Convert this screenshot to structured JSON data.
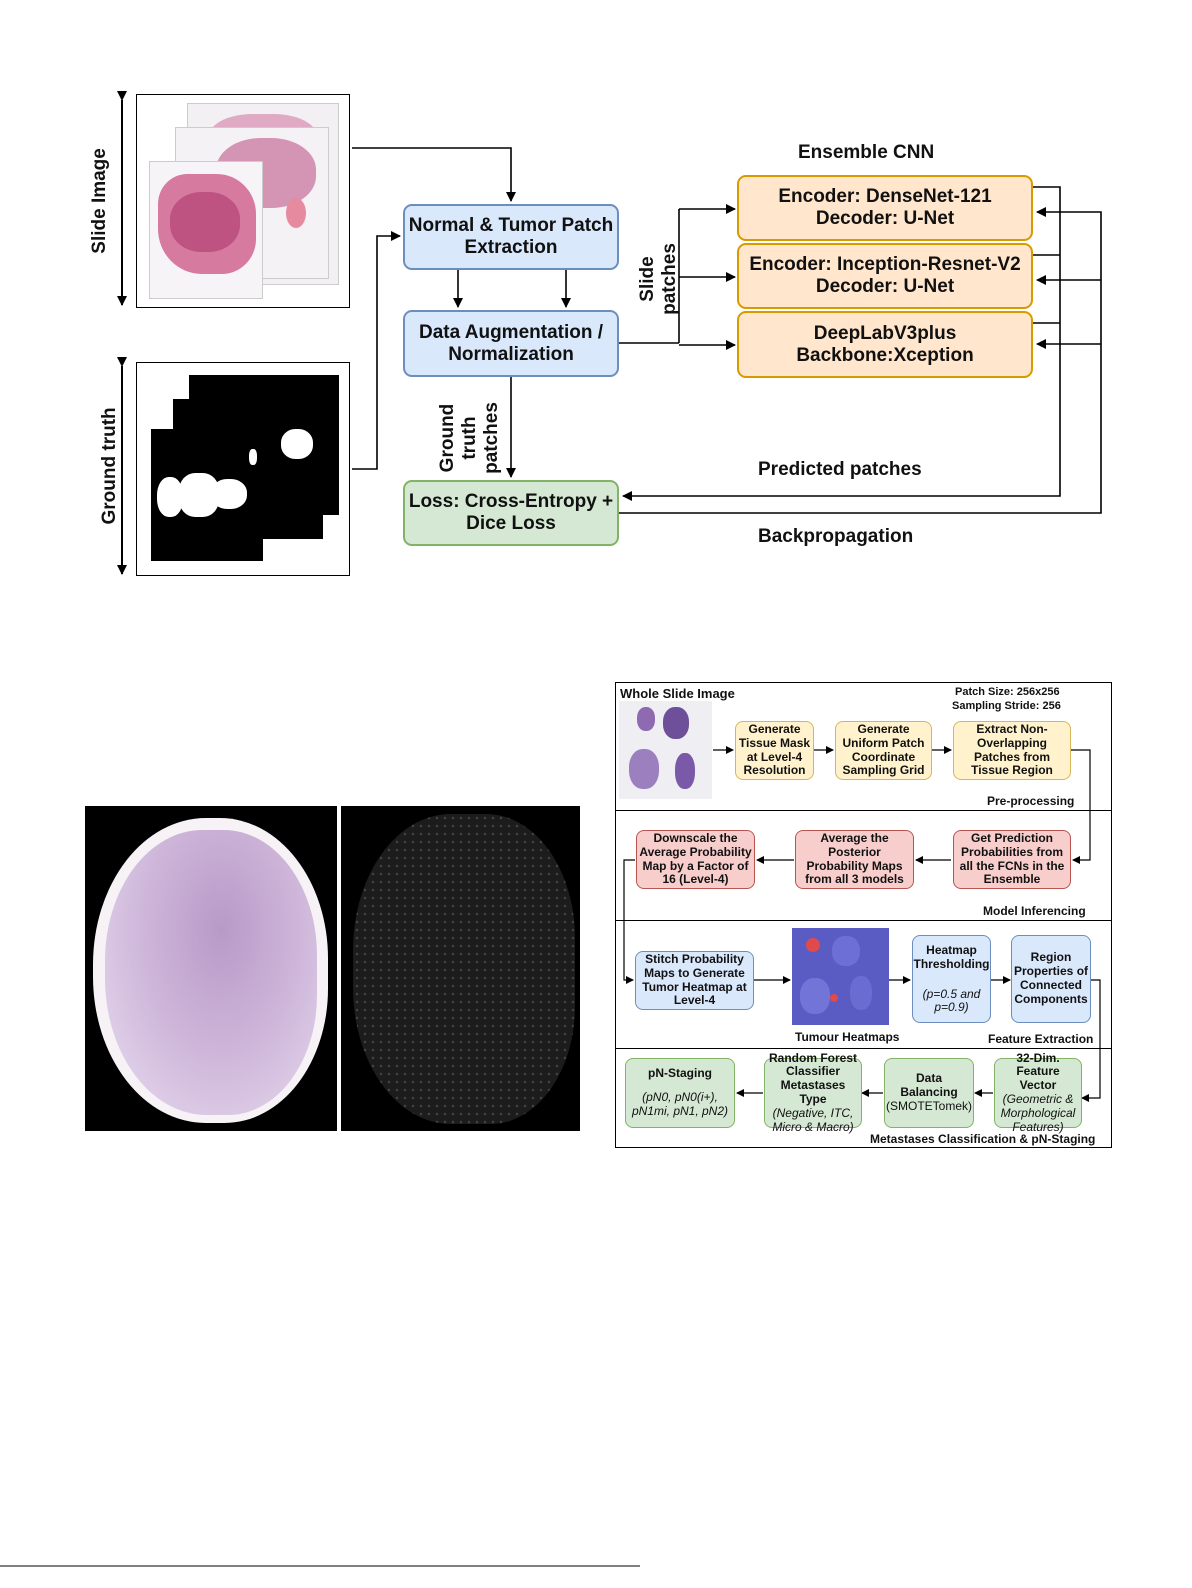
{
  "top": {
    "slide_image_label": "Slide Image",
    "ground_truth_label": "Ground truth",
    "ensemble_title": "Ensemble CNN",
    "patch_extraction": [
      "Normal & Tumor Patch",
      "Extraction"
    ],
    "augmentation": [
      "Data Augmentation /",
      "Normalization"
    ],
    "loss": [
      "Loss: Cross-Entropy +",
      "Dice Loss"
    ],
    "model1": [
      "Encoder: DenseNet-121",
      "Decoder: U-Net"
    ],
    "model2": [
      "Encoder: Inception-Resnet-V2",
      "Decoder: U-Net"
    ],
    "model3": [
      "DeepLabV3plus",
      "Backbone:Xception"
    ],
    "slide_patches": [
      "Slide",
      "patches"
    ],
    "ground_truth_patches": [
      "Ground",
      "truth",
      "patches"
    ],
    "predicted_patches": "Predicted patches",
    "backpropagation": "Backpropagation"
  },
  "pipeline": {
    "wsi_title": "Whole Slide Image",
    "patch_size": "Patch Size: 256x256",
    "sampling_stride": "Sampling Stride: 256",
    "preprocessing": {
      "title": "Pre-processing",
      "steps": [
        "Generate Tissue Mask at Level-4 Resolution",
        "Generate Uniform Patch Coordinate Sampling Grid",
        "Extract Non-Overlapping Patches from Tissue Region"
      ]
    },
    "inferencing": {
      "title": "Model Inferencing",
      "steps": [
        "Get Prediction Probabilities from all the FCNs in the Ensemble",
        "Average the Posterior Probability Maps from all 3 models",
        "Downscale the Average Probability Map by a Factor of 16 (Level-4)"
      ]
    },
    "features": {
      "title": "Feature Extraction",
      "stitch": "Stitch Probability Maps to Generate Tumor Heatmap at Level-4",
      "heatmaps_caption": "Tumour Heatmaps",
      "threshold_title": "Heatmap Thresholding",
      "threshold_values": "(p=0.5 and p=0.9)",
      "region_props": "Region Properties of Connected Components"
    },
    "classification": {
      "title": "Metastases Classification & pN-Staging",
      "feature_vector_title": "32-Dim. Feature Vector",
      "feature_vector_detail": "(Geometric & Morphological Features)",
      "balancing_title": "Data Balancing",
      "balancing_detail": "(SMOTETomek)",
      "rf_title": "Random Forest Classifier Metastases Type",
      "rf_detail": "(Negative, ITC, Micro & Macro)",
      "staging_title": "pN-Staging",
      "staging_detail": "(pN0, pN0(i+), pN1mi, pN1, pN2)"
    }
  }
}
